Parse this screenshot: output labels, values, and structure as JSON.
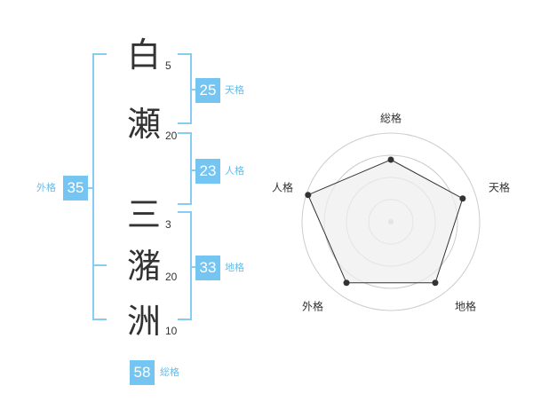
{
  "name_chars": [
    {
      "char": "白",
      "strokes": "5"
    },
    {
      "char": "瀬",
      "strokes": "20"
    },
    {
      "char": "三",
      "strokes": "3"
    },
    {
      "char": "潴",
      "strokes": "20"
    },
    {
      "char": "洲",
      "strokes": "10"
    }
  ],
  "kaku": {
    "tenkaku": {
      "value": "25",
      "label": "天格"
    },
    "jinkaku": {
      "value": "23",
      "label": "人格"
    },
    "chikaku": {
      "value": "33",
      "label": "地格"
    },
    "gaikaku": {
      "value": "35",
      "label": "外格"
    },
    "soukaku": {
      "value": "58",
      "label": "総格"
    }
  },
  "radar": {
    "axes": [
      "総格",
      "天格",
      "地格",
      "外格",
      "人格"
    ],
    "levels": 4,
    "values": [
      0.7,
      0.85,
      0.85,
      0.85,
      0.98
    ],
    "colors": {
      "fill": "#eeeeee",
      "line": "#333333",
      "ring": "#cccccc",
      "dot": "#333333"
    }
  }
}
